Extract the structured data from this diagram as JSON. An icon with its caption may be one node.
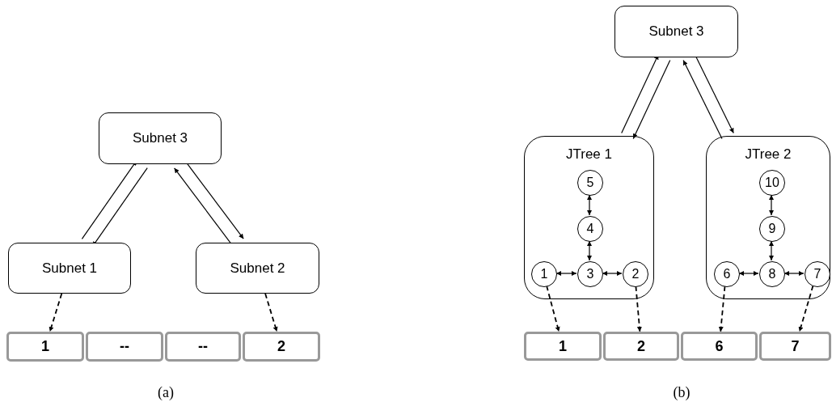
{
  "diagram": {
    "nodes": [
      {
        "text": [
          "Subnet 3"
        ]
      },
      {
        "text": [
          "Subnet 1"
        ]
      },
      {
        "text": [
          "Subnet 2"
        ]
      },
      {
        "text": [
          "1"
        ]
      },
      {
        "text": [
          "--"
        ]
      },
      {
        "text": [
          "--"
        ]
      },
      {
        "text": [
          "2"
        ]
      },
      {
        "text": [
          "Subnet 3"
        ]
      },
      {
        "text": [
          "JTree 1"
        ]
      },
      {
        "text": [
          "5"
        ],
        "in": 8
      },
      {
        "text": [
          "4"
        ],
        "in": 8
      },
      {
        "text": [
          "1"
        ],
        "in": 8
      },
      {
        "text": [
          "3"
        ],
        "in": 8
      },
      {
        "text": [
          "2"
        ],
        "in": 8
      },
      {
        "text": [
          "JTree 2"
        ]
      },
      {
        "text": [
          "10"
        ],
        "in": 14
      },
      {
        "text": [
          "9"
        ],
        "in": 14
      },
      {
        "text": [
          "6"
        ],
        "in": 14
      },
      {
        "text": [
          "8"
        ],
        "in": 14
      },
      {
        "text": [
          "7"
        ],
        "in": 14
      },
      {
        "text": [
          "1"
        ]
      },
      {
        "text": [
          "2"
        ]
      },
      {
        "text": [
          "6"
        ]
      },
      {
        "text": [
          "7"
        ]
      }
    ],
    "edges": [
      {
        "from": 1,
        "to": 0,
        "arrow": "to"
      },
      {
        "from": 0,
        "to": 1,
        "arrow": "to"
      },
      {
        "from": 2,
        "to": 0,
        "arrow": "to"
      },
      {
        "from": 0,
        "to": 2,
        "arrow": "to"
      },
      {
        "from": 1,
        "to": 3,
        "arrow": "to",
        "style": "dashed"
      },
      {
        "from": 2,
        "to": 6,
        "arrow": "to",
        "style": "dashed"
      },
      {
        "from": 8,
        "to": 7,
        "arrow": "to"
      },
      {
        "from": 7,
        "to": 8,
        "arrow": "to"
      },
      {
        "from": 14,
        "to": 7,
        "arrow": "to"
      },
      {
        "from": 7,
        "to": 14,
        "arrow": "to"
      },
      {
        "from": 9,
        "to": 10,
        "arrow": "both"
      },
      {
        "from": 10,
        "to": 12,
        "arrow": "both"
      },
      {
        "from": 11,
        "to": 12,
        "arrow": "both"
      },
      {
        "from": 12,
        "to": 13,
        "arrow": "both"
      },
      {
        "from": 15,
        "to": 16,
        "arrow": "both"
      },
      {
        "from": 16,
        "to": 18,
        "arrow": "both"
      },
      {
        "from": 17,
        "to": 18,
        "arrow": "both"
      },
      {
        "from": 18,
        "to": 19,
        "arrow": "both"
      },
      {
        "from": 11,
        "to": 20,
        "arrow": "to",
        "style": "dashed"
      },
      {
        "from": 13,
        "to": 21,
        "arrow": "to",
        "style": "dashed"
      },
      {
        "from": 17,
        "to": 22,
        "arrow": "to",
        "style": "dashed"
      },
      {
        "from": 19,
        "to": 23,
        "arrow": "to",
        "style": "dashed"
      }
    ],
    "labels": [
      "(a)",
      "(b)"
    ]
  }
}
